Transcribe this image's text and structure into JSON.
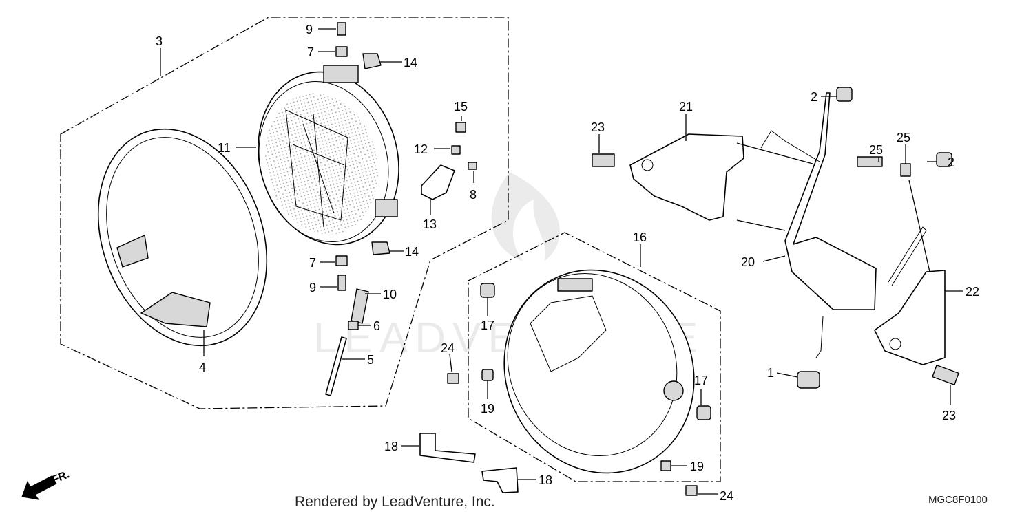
{
  "credit": "Rendered by LeadVenture, Inc.",
  "diagram_code": "MGC8F0100",
  "direction_label": "FR.",
  "watermark_text": "LEADVENTURE",
  "callouts": {
    "c1": "1",
    "c2a": "2",
    "c2b": "2",
    "c3": "3",
    "c4": "4",
    "c5": "5",
    "c6": "6",
    "c7a": "7",
    "c7b": "7",
    "c8": "8",
    "c9a": "9",
    "c9b": "9",
    "c10": "10",
    "c11": "11",
    "c12": "12",
    "c13": "13",
    "c14a": "14",
    "c14b": "14",
    "c15": "15",
    "c16": "16",
    "c17a": "17",
    "c17b": "17",
    "c18a": "18",
    "c18b": "18",
    "c19a": "19",
    "c19b": "19",
    "c20": "20",
    "c21": "21",
    "c22": "22",
    "c23a": "23",
    "c23b": "23",
    "c24a": "24",
    "c24b": "24",
    "c25a": "25",
    "c25b": "25"
  }
}
